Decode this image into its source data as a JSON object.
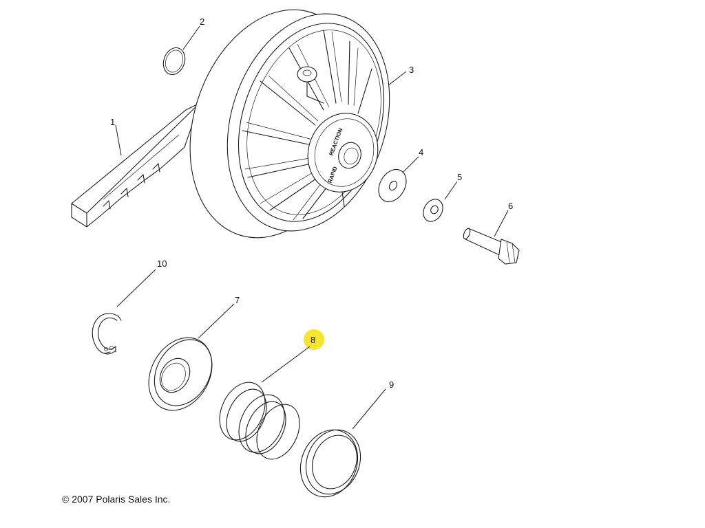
{
  "copyright": "© 2007 Polaris Sales Inc.",
  "hub_label": "REACTION",
  "hub_sublabel": "RAPID",
  "highlight_color": "#f4e21a",
  "callouts": [
    {
      "id": "1",
      "label": "1"
    },
    {
      "id": "2",
      "label": "2"
    },
    {
      "id": "3",
      "label": "3"
    },
    {
      "id": "4",
      "label": "4"
    },
    {
      "id": "5",
      "label": "5"
    },
    {
      "id": "6",
      "label": "6"
    },
    {
      "id": "7",
      "label": "7"
    },
    {
      "id": "8",
      "label": "8"
    },
    {
      "id": "9",
      "label": "9"
    },
    {
      "id": "10",
      "label": "10"
    }
  ]
}
